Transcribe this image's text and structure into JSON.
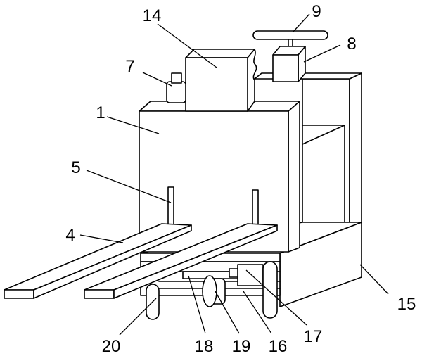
{
  "labels": {
    "l1": "1",
    "l4": "4",
    "l5": "5",
    "l7": "7",
    "l8": "8",
    "l9": "9",
    "l14": "14",
    "l15": "15",
    "l16": "16",
    "l17": "17",
    "l18": "18",
    "l19": "19",
    "l20": "20"
  }
}
